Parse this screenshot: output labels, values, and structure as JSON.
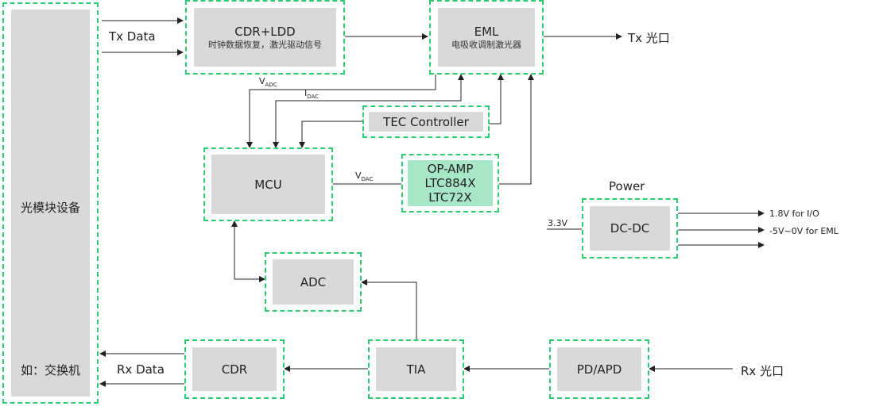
{
  "blocks": {
    "device": {
      "title": "光模块设备",
      "subtitle": "如：交换机"
    },
    "cdr_ldd": {
      "title": "CDR+LDD",
      "subtitle": "时钟数据恢复，激光驱动信号"
    },
    "eml": {
      "title": "EML",
      "subtitle": "电吸收调制激光器"
    },
    "tec": {
      "title": "TEC Controller"
    },
    "mcu": {
      "title": "MCU"
    },
    "opamp": {
      "line1": "OP-AMP",
      "line2": "LTC884X",
      "line3": "LTC72X"
    },
    "dcdc": {
      "title": "DC-DC"
    },
    "adc": {
      "title": "ADC"
    },
    "cdr_rx": {
      "title": "CDR"
    },
    "tia": {
      "title": "TIA"
    },
    "pd": {
      "title": "PD/APD"
    }
  },
  "labels": {
    "tx_data": "Tx Data",
    "tx_port": "Tx 光口",
    "rx_data": "Rx Data",
    "rx_port": "Rx 光口",
    "v_adc_main": "V",
    "v_adc_sub": "ADC",
    "i_dac_main": "I",
    "i_dac_sub": "DAC",
    "v_dac_main": "V",
    "v_dac_sub": "DAC",
    "power": "Power",
    "in_3v3": "3.3V",
    "out_io": "1.8V for I/O",
    "out_eml": "-5V~0V for EML"
  },
  "colors": {
    "dashed_border": "#2ecc71",
    "block_fill": "#d9d9d9",
    "opamp_fill": "#a8e6c8",
    "line": "#222222"
  }
}
